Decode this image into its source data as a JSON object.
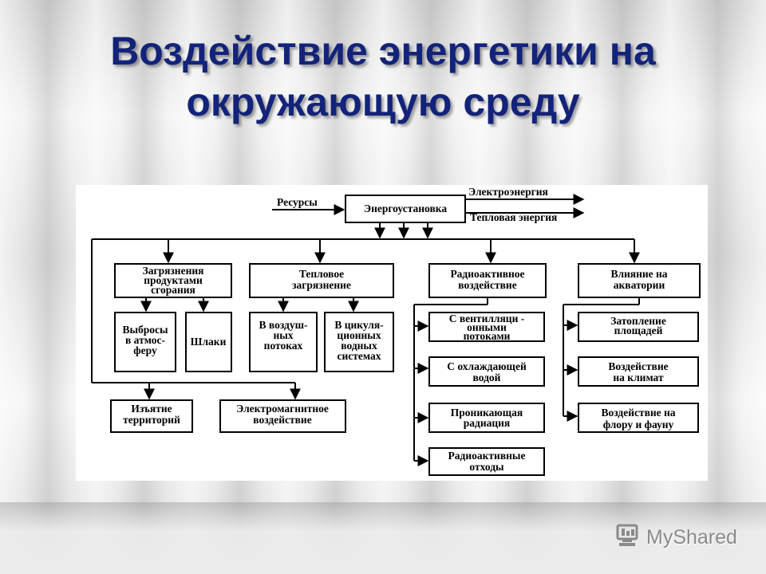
{
  "title": {
    "line1": "Воздействие энергетики на",
    "line2": "окружающую среду"
  },
  "diagram": {
    "resources": "Ресурсы",
    "plant": "Энергоустановка",
    "out_electric": "Электроэнергия",
    "out_heat": "Тепловая энергия",
    "cat_combustion": [
      "Загрязнения",
      "продуктами",
      "сгорания"
    ],
    "cat_thermal": [
      "Тепловое",
      "загрязнение"
    ],
    "cat_radioactive": [
      "Радиоактивное",
      "воздействие"
    ],
    "cat_water": [
      "Влияние на",
      "акватории"
    ],
    "emissions": [
      "Выбросы",
      "в атмос-",
      "феру"
    ],
    "slag": "Шлаки",
    "air_flows": [
      "В воздуш-",
      "ных",
      "потоках"
    ],
    "water_systems": [
      "В цикуля-",
      "ционных",
      "водных",
      "системах"
    ],
    "vent_flows": [
      "С вентилляци -",
      "онными",
      "потоками"
    ],
    "cooling_water": [
      "С охлаждающей",
      "водой"
    ],
    "radiation": [
      "Проникающая",
      "радиация"
    ],
    "waste": [
      "Радиоактивные",
      "отходы"
    ],
    "flooding": [
      "Затопление",
      "площадей"
    ],
    "climate": [
      "Воздействие",
      "на климат"
    ],
    "flora_fauna": [
      "Воздействие на",
      "флору и фауну"
    ],
    "land_withdrawal": [
      "Изъятие",
      "территорий"
    ],
    "electromagnetic": [
      "Электромагнитное",
      "воздействие"
    ]
  },
  "watermark": {
    "text": "MyShared",
    "icon": "myshared-logo-icon"
  }
}
